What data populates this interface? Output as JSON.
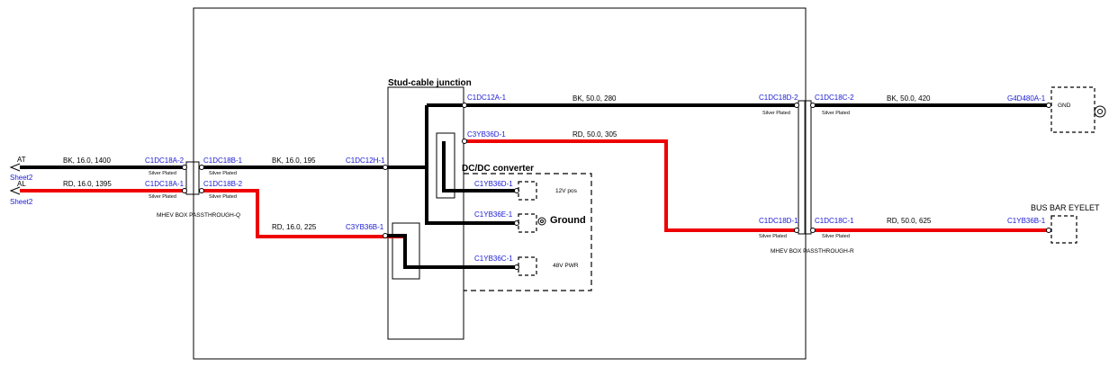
{
  "connectors": {
    "c1dc18a2": "C1DC18A-2",
    "c1dc18a1": "C1DC18A-1",
    "c1dc18b1": "C1DC18B-1",
    "c1dc18b2": "C1DC18B-2",
    "c1dc12h1": "C1DC12H-1",
    "c3yb36b1": "C3YB36B-1",
    "c1dc12a1": "C1DC12A-1",
    "c3yb36d1": "C3YB36D-1",
    "c1yb36d1": "C1YB36D-1",
    "c1yb36e1": "C1YB36E-1",
    "c1yb36c1": "C1YB36C-1",
    "c1dc18d2": "C1DC18D-2",
    "c1dc18c2": "C1DC18C-2",
    "c1dc18d1": "C1DC18D-1",
    "c1dc18c1": "C1DC18C-1",
    "g4d480a1": "G4D480A-1",
    "c1yb36b1": "C1YB36B-1"
  },
  "offpage": {
    "at": "AT",
    "al": "AL",
    "sheet_at": "Sheet2",
    "sheet_al": "Sheet2"
  },
  "wires": {
    "w_at": "BK, 16.0, 1400",
    "w_al": "RD, 16.0, 1395",
    "w_bk195": "BK, 16.0, 195",
    "w_rd225": "RD, 16.0, 225",
    "w_bk280": "BK, 50.0, 280",
    "w_rd305": "RD, 50.0, 305",
    "w_bk420": "BK, 50.0, 420",
    "w_rd625": "RD, 50.0, 625"
  },
  "plating": {
    "p1": "Silver Plated",
    "p2": "Silver Plated",
    "p3": "Silver Plated",
    "p4": "Silver Plated",
    "p5": "Silver Plated",
    "p6": "Silver Plated",
    "p7": "Silver Plated",
    "p8": "Silver Plated"
  },
  "labels": {
    "stud_junction": "Stud-cable junction",
    "dcdc": "DC/DC converter",
    "v12": "12V pos",
    "ground": "Ground",
    "v48": "48V PWR",
    "mhev_q": "MHEV BOX PASSTHROUGH-Q",
    "mhev_r": "MHEV BOX PASSTHROUGH-R",
    "gnd": "GND",
    "busbar": "BUS BAR EYELET"
  },
  "colors": {
    "black_wire": "#000000",
    "red_wire": "#ee0000",
    "connector_text": "#1a1ad6"
  }
}
